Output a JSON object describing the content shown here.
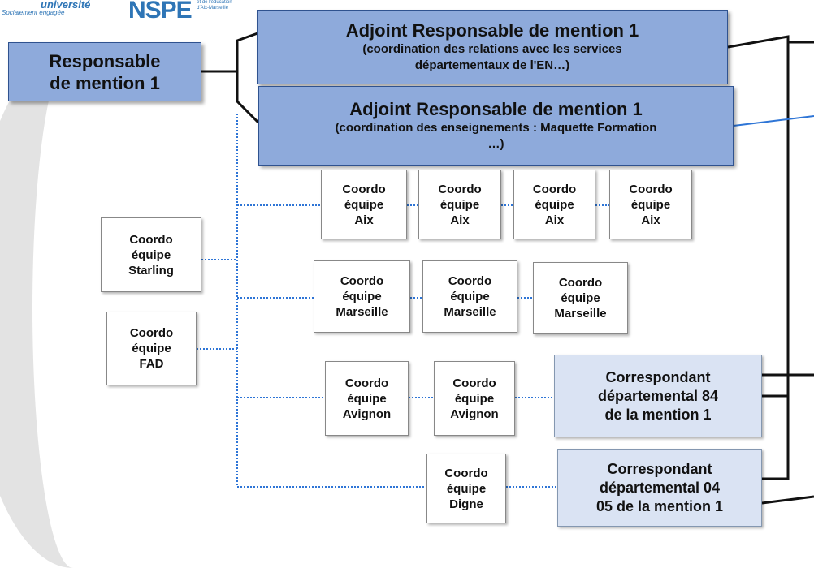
{
  "logos": {
    "left_line1": "université",
    "left_line2": "Socialement engagée",
    "right_big": "NSPE",
    "right_small1": "et de l'éducation",
    "right_small2": "d'Aix-Marseille"
  },
  "responsable": {
    "line1": "Responsable",
    "line2": "de mention 1"
  },
  "adjoint1": {
    "title": "Adjoint Responsable de mention 1",
    "sub1": "(coordination des relations avec les services",
    "sub2": "départementaux de l'EN…)"
  },
  "adjoint2": {
    "title": "Adjoint Responsable de mention 1",
    "sub1": "(coordination des enseignements : Maquette Formation",
    "sub2": "…)"
  },
  "coordo_word": "Coordo",
  "equipe_word": "équipe",
  "aix": [
    "Aix",
    "Aix",
    "Aix",
    "Aix"
  ],
  "marseille": [
    "Marseille",
    "Marseille",
    "Marseille"
  ],
  "avignon": [
    "Avignon",
    "Avignon"
  ],
  "starling": "Starling",
  "fad": "FAD",
  "digne": "Digne",
  "corr84": {
    "line1": "Correspondant",
    "line2": "départemental 84",
    "line3": "de la mention 1"
  },
  "corr0405": {
    "line1": "Correspondant",
    "line2": "départemental 04",
    "line3": "05 de la mention 1"
  },
  "colors": {
    "blue_fill": "#8eaadb",
    "light_fill": "#dae3f3",
    "dotted_line": "#2e75d6",
    "solid_line": "#111111"
  }
}
